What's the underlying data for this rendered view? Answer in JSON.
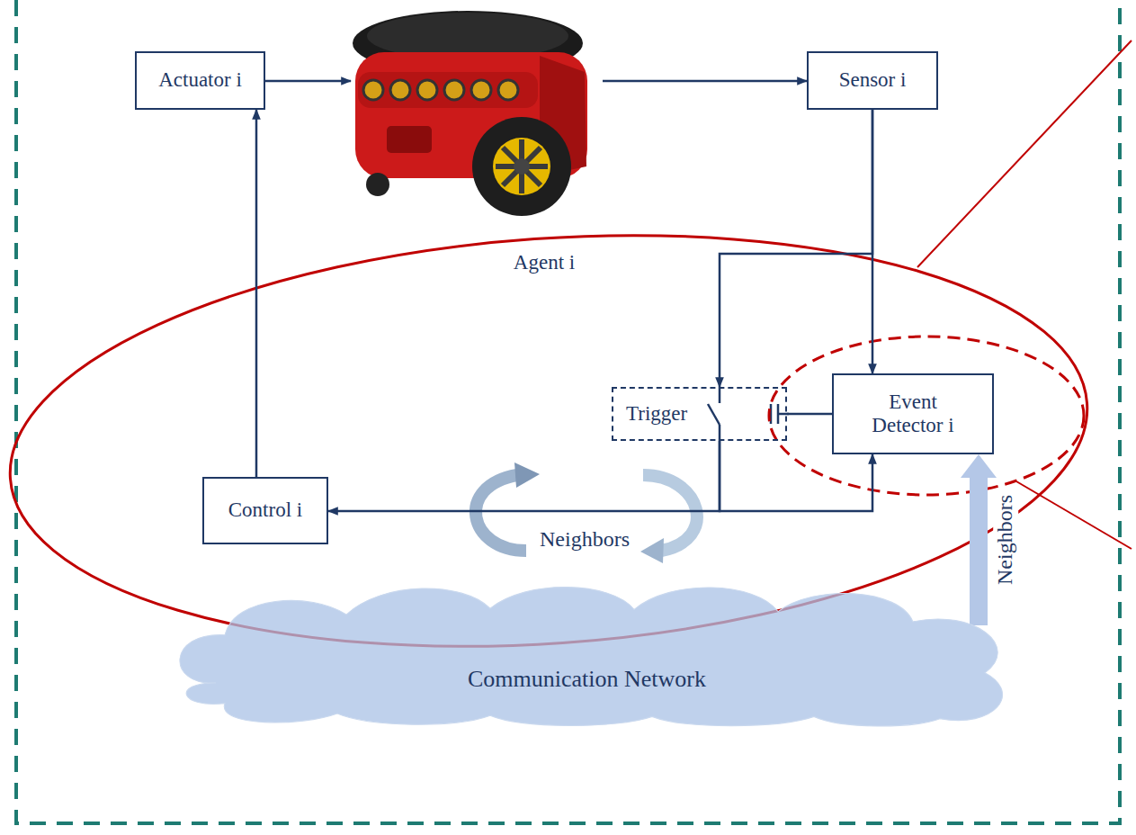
{
  "diagram": {
    "nodes": [
      {
        "text": [
          "Actuator i"
        ]
      },
      {
        "text": [
          "Sensor i"
        ]
      },
      {
        "text": [
          "Trigger"
        ]
      },
      {
        "text": [
          "Event Detector i"
        ]
      },
      {
        "text": [
          "Control i"
        ]
      },
      {
        "text": [
          "Communication Network"
        ]
      }
    ],
    "edges": [
      {
        "from": 4,
        "to": 0,
        "arrow": "to"
      },
      {
        "from": 1,
        "to": 3,
        "arrow": "to"
      },
      {
        "from": 1,
        "to": 2,
        "arrow": "to"
      },
      {
        "from": 3,
        "to": 2,
        "arrow": "none"
      },
      {
        "from": 2,
        "to": 4,
        "arrow": "to"
      },
      {
        "from": 2,
        "to": 3,
        "arrow": "to"
      },
      {
        "from": 5,
        "to": 3,
        "label": "Neighbors",
        "arrow": "to"
      }
    ],
    "labels": [
      "Agent i",
      "Neighbors"
    ]
  }
}
